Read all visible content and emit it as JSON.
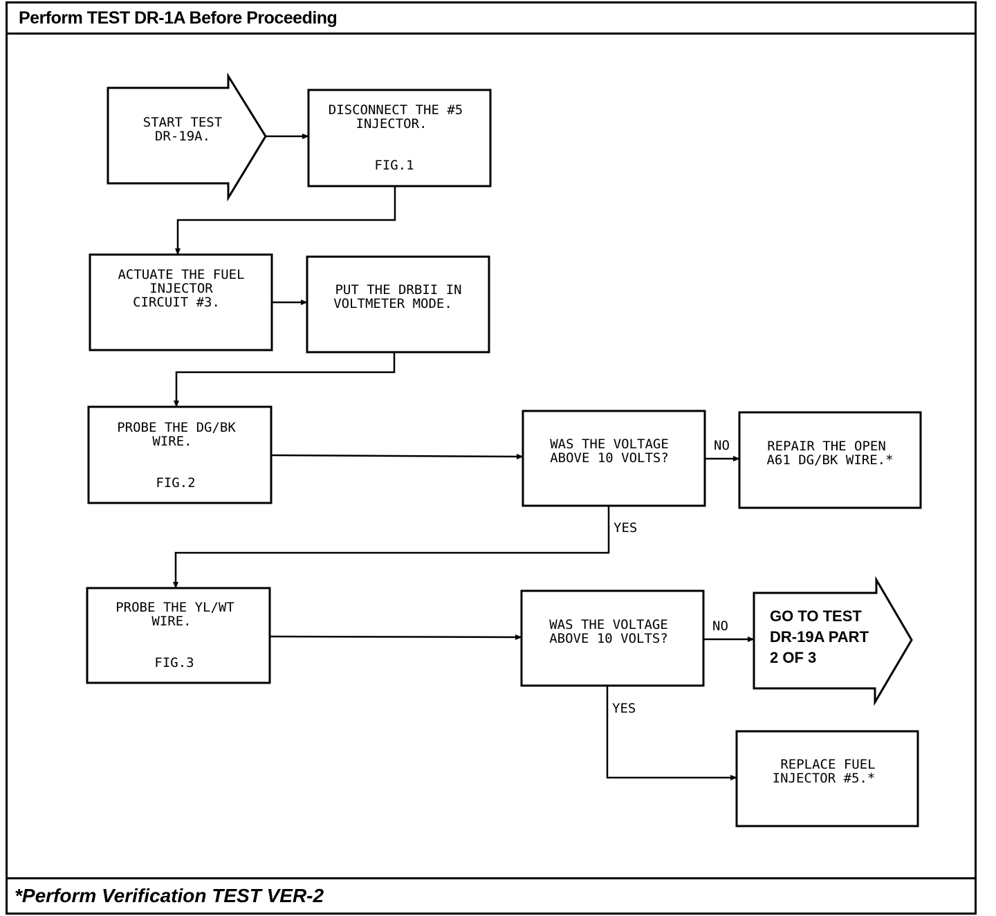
{
  "header": {
    "title": "Perform TEST DR-1A Before Proceeding"
  },
  "footer": {
    "note": "*Perform Verification TEST VER-2"
  },
  "nodes": {
    "start": {
      "line1": "START TEST",
      "line2": "DR-19A."
    },
    "disconnect": {
      "line1": "DISCONNECT THE #5",
      "line2": "INJECTOR.",
      "fig": "FIG.1"
    },
    "actuate": {
      "line1": "ACTUATE THE FUEL",
      "line2": "INJECTOR",
      "line3": "CIRCUIT #3."
    },
    "drbii": {
      "line1": "PUT THE DRBII IN",
      "line2": "VOLTMETER MODE."
    },
    "probe_dg": {
      "line1": "PROBE THE DG/BK",
      "line2": "WIRE.",
      "fig": "FIG.2"
    },
    "question1": {
      "line1": "WAS THE VOLTAGE",
      "line2": "ABOVE 10 VOLTS?"
    },
    "repair": {
      "line1": "REPAIR THE OPEN",
      "line2": "A61 DG/BK WIRE.*"
    },
    "probe_yl": {
      "line1": "PROBE THE YL/WT",
      "line2": "WIRE.",
      "fig": "FIG.3"
    },
    "question2": {
      "line1": "WAS THE VOLTAGE",
      "line2": "ABOVE 10 VOLTS?"
    },
    "goto": {
      "line1": "GO TO TEST",
      "line2": "DR-19A PART",
      "line3": "2 OF 3"
    },
    "replace": {
      "line1": "REPLACE FUEL",
      "line2": "INJECTOR #5.*"
    }
  },
  "labels": {
    "no1": "NO",
    "yes1": "YES",
    "no2": "NO",
    "yes2": "YES"
  }
}
